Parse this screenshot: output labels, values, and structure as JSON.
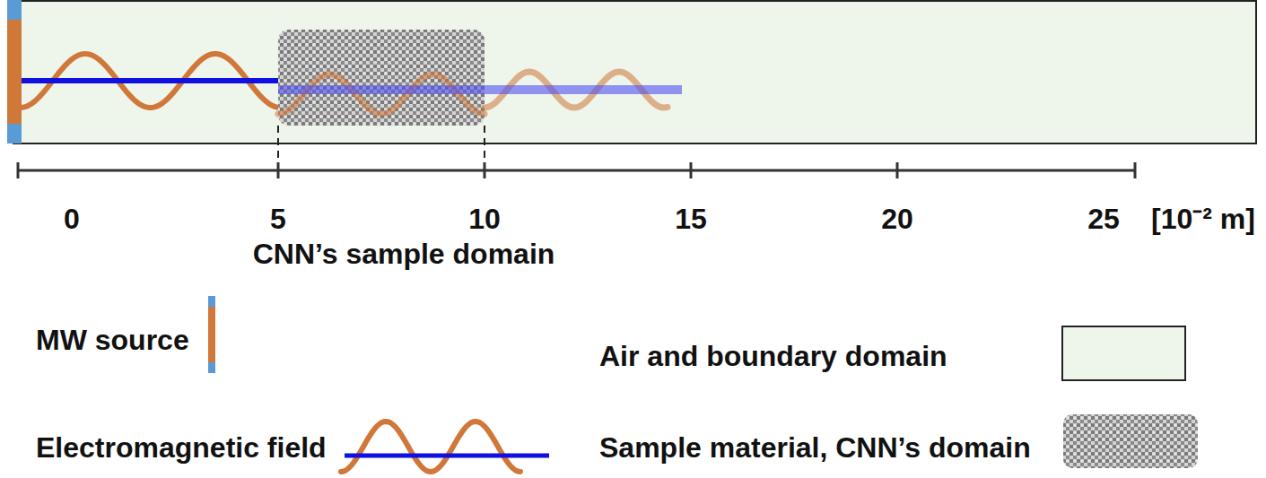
{
  "diagram": {
    "labels": [
      "0",
      "5",
      "10",
      "15",
      "20",
      "25",
      "[10⁻² m]",
      "CNN’s sample domain"
    ],
    "legend": [
      {
        "text": "MW source"
      },
      {
        "text": "Air and boundary domain",
        "color": "#eef5ea"
      },
      {
        "text": "Electromagnetic field"
      },
      {
        "text": "Sample material, CNN’s domain"
      }
    ]
  }
}
